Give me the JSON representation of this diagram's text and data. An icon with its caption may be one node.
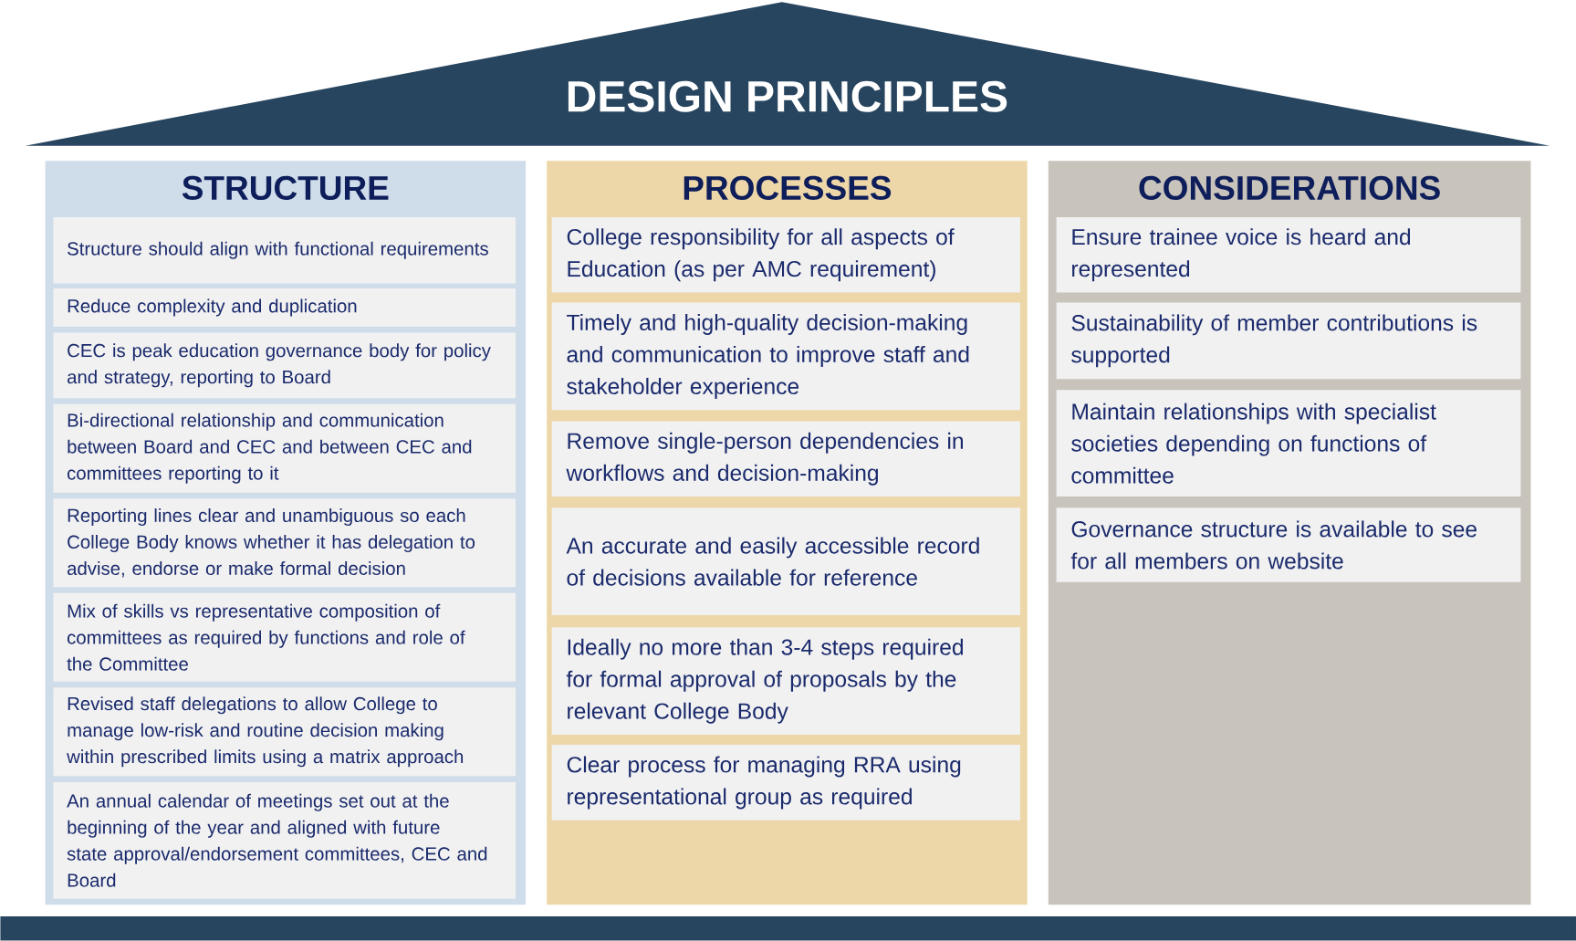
{
  "diagram": {
    "nodes": [
      {
        "text": [
          "DESIGN PRINCIPLES"
        ]
      },
      {
        "text": [
          "STRUCTURE"
        ]
      },
      {
        "text": [
          "Structure should align with functional requirements"
        ],
        "in": 1
      },
      {
        "text": [
          "Reduce complexity and duplication"
        ],
        "in": 1
      },
      {
        "text": [
          "CEC is peak education governance body for policy and strategy, reporting to Board"
        ],
        "in": 1
      },
      {
        "text": [
          "Bi-directional relationship and communication between Board and CEC and between CEC and committees reporting to it"
        ],
        "in": 1
      },
      {
        "text": [
          "Reporting lines clear and unambiguous so each College Body knows whether it has delegation to advise, endorse or make formal decision"
        ],
        "in": 1
      },
      {
        "text": [
          "Mix of skills vs representative composition of committees as required by functions and role of the Committee"
        ],
        "in": 1
      },
      {
        "text": [
          "Revised staff delegations to allow College to manage low-risk and routine decision making within prescribed limits using a matrix approach"
        ],
        "in": 1
      },
      {
        "text": [
          "An annual calendar of meetings set out at the beginning of the year and aligned with future state approval/endorsement committees, CEC and Board"
        ],
        "in": 1
      },
      {
        "text": [
          "PROCESSES"
        ]
      },
      {
        "text": [
          "College responsibility for all aspects of Education (as per AMC requirement)"
        ],
        "in": 10
      },
      {
        "text": [
          "Timely and high-quality decision-making and communication to improve staff and stakeholder experience"
        ],
        "in": 10
      },
      {
        "text": [
          "Remove single-person dependencies in workflows and decision-making"
        ],
        "in": 10
      },
      {
        "text": [
          "An accurate and easily accessible record of decisions available for reference"
        ],
        "in": 10
      },
      {
        "text": [
          "Ideally no more than 3-4 steps required for formal approval of proposals by the relevant College Body"
        ],
        "in": 10
      },
      {
        "text": [
          "Clear process for managing RRA using representational group as required"
        ],
        "in": 10
      },
      {
        "text": [
          "CONSIDERATIONS"
        ]
      },
      {
        "text": [
          "Ensure trainee voice is heard and represented"
        ],
        "in": 17
      },
      {
        "text": [
          "Sustainability of member contributions is supported"
        ],
        "in": 17
      },
      {
        "text": [
          "Maintain relationships with specialist societies depending on functions of committee"
        ],
        "in": 17
      },
      {
        "text": [
          "Governance structure is available to see for all members on website"
        ],
        "in": 17
      },
      {
        "text": [],
        "shape": "bar"
      }
    ]
  }
}
